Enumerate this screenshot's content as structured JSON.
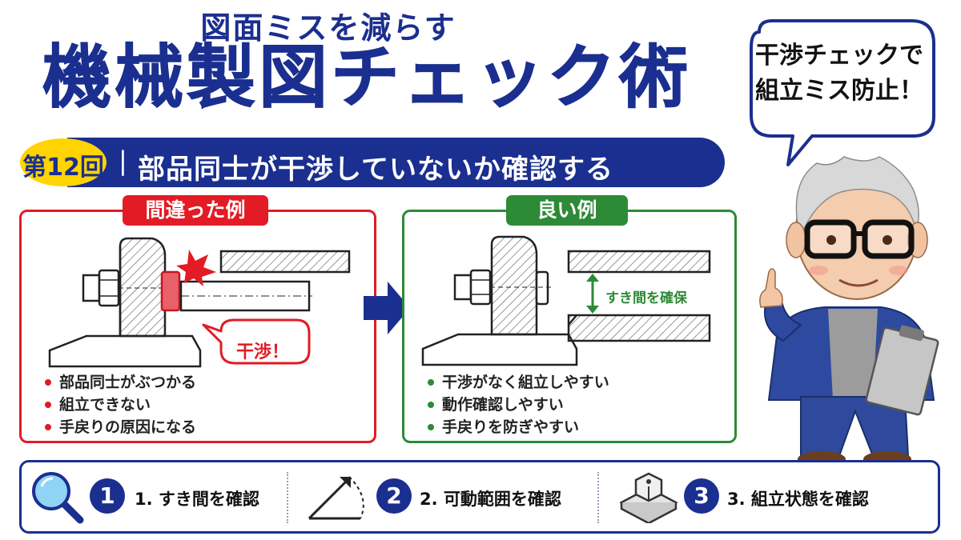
{
  "header": {
    "subtitle": "図面ミスを減らす",
    "title": "機械製図チェック術"
  },
  "banner": {
    "episode": "第12回",
    "separator": "|",
    "topic": "部品同士が干渉していないか確認する"
  },
  "speech_bubble": {
    "line1": "干渉チェックで",
    "line2": "組立ミス防止！"
  },
  "bad_example": {
    "label": "間違った例",
    "callout": "干渉！",
    "points": [
      "部品同士がぶつかる",
      "組立できない",
      "手戻りの原因になる"
    ]
  },
  "good_example": {
    "label": "良い例",
    "callout": "すき間を確保",
    "points": [
      "干渉がなく組立しやすい",
      "動作確認しやすい",
      "手戻りを防ぎやすい"
    ]
  },
  "steps": [
    {
      "number": "1",
      "label": "1. すき間を確認",
      "icon": "magnifier-icon"
    },
    {
      "number": "2",
      "label": "2. 可動範囲を確認",
      "icon": "motion-arrow-icon"
    },
    {
      "number": "3",
      "label": "3. 組立状態を確認",
      "icon": "assembly-block-icon"
    }
  ],
  "colors": {
    "navy": "#1a2f8f",
    "red": "#e21b24",
    "green": "#2d8a37",
    "yellow": "#ffd400"
  }
}
